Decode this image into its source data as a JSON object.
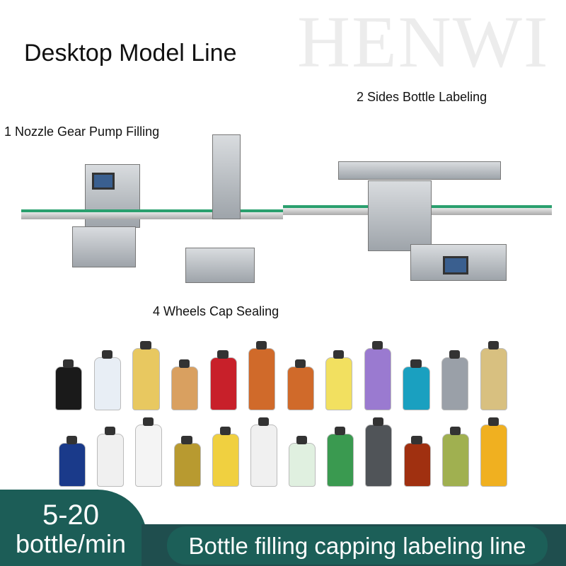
{
  "watermark": "HENWI",
  "title": "Desktop Model Line",
  "labels": {
    "filling": "1 Nozzle Gear Pump Filling",
    "labeling": "2 Sides Bottle Labeling",
    "capping": "4 Wheels Cap Sealing"
  },
  "speed": {
    "value": "5-20",
    "unit": "bottle/min"
  },
  "tagline": "Bottle filling capping labeling line",
  "colors": {
    "teal": "#1c5d57",
    "bar": "#1f4e4e",
    "pill": "#1c5f58",
    "conveyor_rail": "#2aa06e"
  },
  "bottles_row1": [
    "#1a1a1a",
    "#e8eef5",
    "#e8c860",
    "#d9a060",
    "#c8202a",
    "#d06a2a",
    "#d06a2a",
    "#f2e060",
    "#9a7ad0",
    "#1aa0c0",
    "#9aa0a8",
    "#d8c080"
  ],
  "bottles_row2": [
    "#1a3a8a",
    "#f0f0f0",
    "#f4f4f4",
    "#b89a30",
    "#f0d040",
    "#f0f0f0",
    "#e0f0e0",
    "#3a9a50",
    "#505458",
    "#a03010",
    "#a0b050",
    "#f0b020"
  ]
}
